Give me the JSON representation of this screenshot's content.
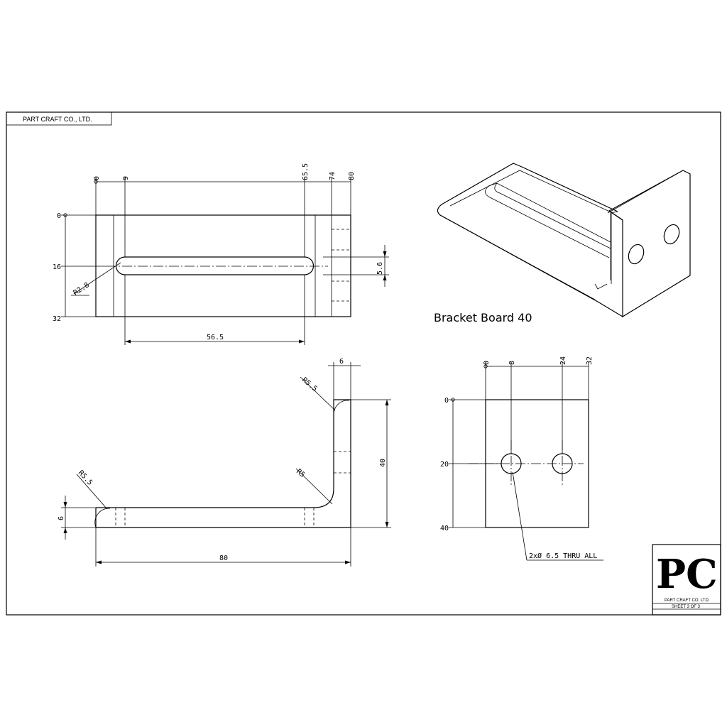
{
  "company": "PART CRAFT CO., LTD.",
  "title": "Bracket Board 40",
  "title_block": {
    "logo": "PC",
    "company_small": "PART CRAFT CO. LTD.",
    "sheet": "SHEET 3 OF 3"
  },
  "top_view": {
    "x_ords": [
      "0",
      "9",
      "65.5",
      "74",
      "80"
    ],
    "y_ords": [
      "0",
      "16",
      "32"
    ],
    "slot_radius": "R2.8",
    "slot_length": "56.5",
    "slot_width": "5.6"
  },
  "side_view": {
    "thickness_top": "6",
    "thickness_left": "6",
    "radius_outer_top": "R5.5",
    "radius_end": "R5.5",
    "radius_inner": "R5",
    "height": "40",
    "length": "80"
  },
  "end_view": {
    "x_ords": [
      "0",
      "8",
      "24",
      "32"
    ],
    "y_ords": [
      "0",
      "20",
      "40"
    ],
    "hole_note": "2xØ 6.5 THRU ALL"
  }
}
